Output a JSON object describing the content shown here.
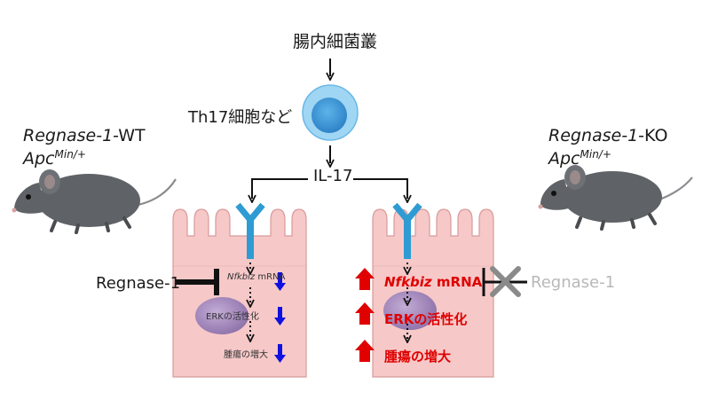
{
  "top_label": "腸内細菌叢",
  "th17_label": "Th17細胞など",
  "il17_label": "IL-17",
  "left_mouse": {
    "gene": "Regnase-1",
    "suffix": "-WT",
    "apc": "Apc",
    "apc_sup": "Min/+"
  },
  "right_mouse": {
    "gene": "Regnase-1",
    "suffix": "-KO",
    "apc": "Apc",
    "apc_sup": "Min/+"
  },
  "left_cell": {
    "regnase_label": "Regnase-1",
    "nfkbiz_gene": "Nfkbiz",
    "nfkbiz_rest": " mRNA",
    "erk_label": "ERKの活性化",
    "tumor_label": "腫瘍の増大"
  },
  "right_cell": {
    "regnase_label": "Regnase-1",
    "nfkbiz_gene": "Nfkbiz",
    "nfkbiz_rest": " mRNA",
    "erk_label": "ERKの活性化",
    "tumor_label": "腫瘍の増大"
  },
  "colors": {
    "cell_fill": "#f6c8c8",
    "cell_stroke": "#d89a9a",
    "receptor": "#2f9bd3",
    "th17_outer": "#8fd0f2",
    "th17_inner": "#3a9ad9",
    "nucleus": "#a88bbf",
    "up_arrow": "#e00000",
    "down_arrow": "#1010e0",
    "mouse": "#5f6266"
  }
}
